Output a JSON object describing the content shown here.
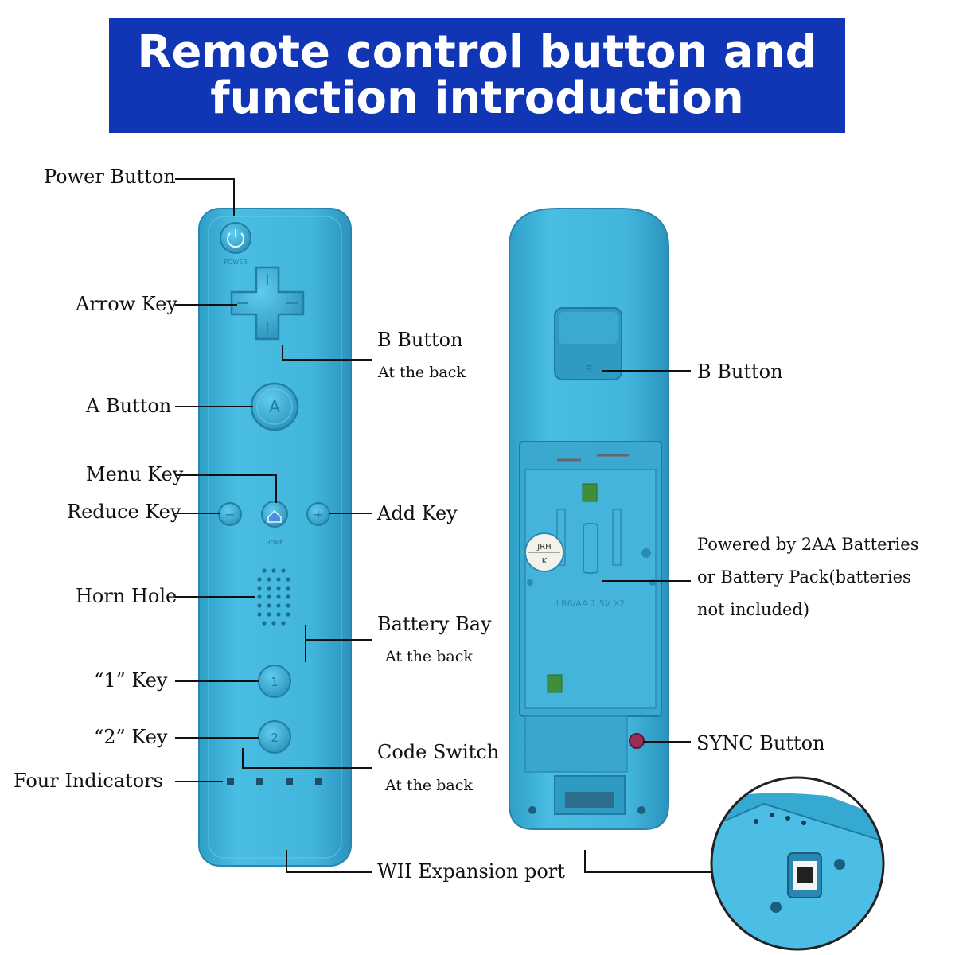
{
  "banner": {
    "line1": "Remote control button and",
    "line2": "function introduction"
  },
  "front": {
    "power_button_label": "Power Button",
    "arrow_key_label": "Arrow Key",
    "a_button_label": "A Button",
    "menu_key_label": "Menu Key",
    "reduce_key_label": "Reduce Key",
    "horn_hole_label": "Horn Hole",
    "key1_label": "“1” Key",
    "key2_label": "“2” Key",
    "four_indicators_label": "Four Indicators",
    "b_button_label": "B Button",
    "b_button_sub": "At the back",
    "add_key_label": "Add Key",
    "battery_bay_label": "Battery Bay",
    "battery_bay_sub": "At the back",
    "code_switch_label": "Code Switch",
    "code_switch_sub": "At the back",
    "expansion_port_label": "WII Expansion port"
  },
  "remote_glyphs": {
    "power_text": "POWER",
    "home_text": "HOME",
    "a": "A",
    "b": "B",
    "one": "1",
    "two": "2",
    "minus": "−",
    "plus": "+",
    "jrh": "JRH",
    "k": "K",
    "battery_spec": "LR6/AA 1.5V X2"
  },
  "back": {
    "b_button_label": "B Button",
    "power_line1": "Powered by 2AA Batteries",
    "power_line2": "or Battery Pack(batteries",
    "power_line3": "not included)",
    "sync_button_label": "SYNC Button"
  },
  "colors": {
    "banner": "#1136b5",
    "remote_body": "#3bb0d6",
    "remote_dark": "#2a8fb5",
    "remote_light": "#5cc6e6",
    "leader": "#111111"
  }
}
